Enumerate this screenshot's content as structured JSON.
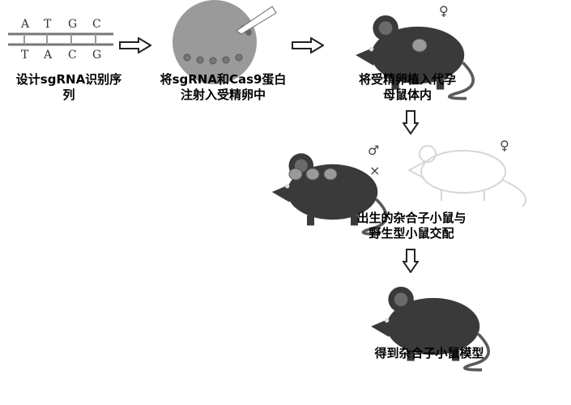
{
  "dna": {
    "top_strand": [
      "A",
      "T",
      "G",
      "C"
    ],
    "bottom_strand": [
      "T",
      "A",
      "C",
      "G"
    ]
  },
  "steps": {
    "design_sgrna": [
      "设计sgRNA识别序",
      "列"
    ],
    "inject": [
      "将sgRNA和Cas9蛋白",
      "注射入受精卵中"
    ],
    "implant": [
      "将受精卵植入代孕",
      "母鼠体内"
    ],
    "cross": [
      "出生的杂合子小鼠与",
      "野生型小鼠交配"
    ],
    "result": [
      "得到杂合子小鼠模型"
    ]
  },
  "symbols": {
    "female": "♀",
    "male": "♂",
    "cross": "×"
  },
  "colors": {
    "mouse_body": "#3a3a3a",
    "cell_fill": "#9a9a9a",
    "arrow": "#222222",
    "wild_type_outline": "#d6d6d6"
  }
}
